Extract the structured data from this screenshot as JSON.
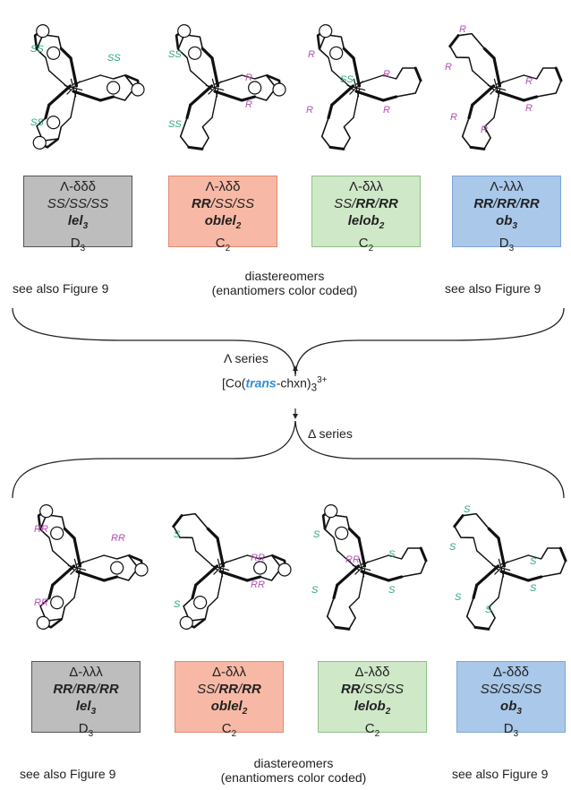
{
  "top": {
    "boxes": [
      {
        "line1": "Λ-δδδ",
        "name": "lel",
        "sub": "3",
        "sym": "D",
        "symsub": "3",
        "config": [
          {
            "t": "SS",
            "b": false
          },
          {
            "t": "/",
            "b": false
          },
          {
            "t": "SS",
            "b": false
          },
          {
            "t": "/",
            "b": false
          },
          {
            "t": "SS",
            "b": false
          }
        ]
      },
      {
        "line1": "Λ-λδδ",
        "name": "oblel",
        "sub": "2",
        "sym": "C",
        "symsub": "2",
        "config": [
          {
            "t": "RR",
            "b": true
          },
          {
            "t": "/",
            "b": false
          },
          {
            "t": "SS",
            "b": false
          },
          {
            "t": "/",
            "b": false
          },
          {
            "t": "SS",
            "b": false
          }
        ]
      },
      {
        "line1": "Λ-δλλ",
        "name": "lelob",
        "sub": "2",
        "sym": "C",
        "symsub": "2",
        "config": [
          {
            "t": "SS",
            "b": false
          },
          {
            "t": "/",
            "b": false
          },
          {
            "t": "RR",
            "b": true
          },
          {
            "t": "/",
            "b": false
          },
          {
            "t": "RR",
            "b": true
          }
        ]
      },
      {
        "line1": "Λ-λλλ",
        "name": "ob",
        "sub": "3",
        "sym": "D",
        "symsub": "3",
        "config": [
          {
            "t": "RR",
            "b": true
          },
          {
            "t": "/",
            "b": false
          },
          {
            "t": "RR",
            "b": true
          },
          {
            "t": "/",
            "b": false
          },
          {
            "t": "RR",
            "b": true
          }
        ]
      }
    ],
    "see_left": "see also Figure 9",
    "see_right": "see also Figure 9",
    "caption1": "diastereomers",
    "caption2": "(enantiomers color coded)",
    "series": "Λ series"
  },
  "bottom": {
    "boxes": [
      {
        "line1": "Δ-λλλ",
        "name": "lel",
        "sub": "3",
        "sym": "D",
        "symsub": "3",
        "config": [
          {
            "t": "RR",
            "b": true
          },
          {
            "t": "/",
            "b": false
          },
          {
            "t": "RR",
            "b": true
          },
          {
            "t": "/",
            "b": false
          },
          {
            "t": "RR",
            "b": true
          }
        ]
      },
      {
        "line1": "Δ-δλλ",
        "name": "oblel",
        "sub": "2",
        "sym": "C",
        "symsub": "2",
        "config": [
          {
            "t": "SS",
            "b": false
          },
          {
            "t": "/",
            "b": false
          },
          {
            "t": "RR",
            "b": true
          },
          {
            "t": "/",
            "b": false
          },
          {
            "t": "RR",
            "b": true
          }
        ]
      },
      {
        "line1": "Δ-λδδ",
        "name": "lelob",
        "sub": "2",
        "sym": "C",
        "symsub": "2",
        "config": [
          {
            "t": "RR",
            "b": true
          },
          {
            "t": "/",
            "b": false
          },
          {
            "t": "SS",
            "b": false
          },
          {
            "t": "/",
            "b": false
          },
          {
            "t": "SS",
            "b": false
          }
        ]
      },
      {
        "line1": "Δ-δδδ",
        "name": "ob",
        "sub": "3",
        "sym": "D",
        "symsub": "3",
        "config": [
          {
            "t": "SS",
            "b": false
          },
          {
            "t": "/",
            "b": false
          },
          {
            "t": "SS",
            "b": false
          },
          {
            "t": "/",
            "b": false
          },
          {
            "t": "SS",
            "b": false
          }
        ]
      }
    ],
    "see_left": "see also Figure 9",
    "see_right": "see also Figure 9",
    "caption1": "diastereomers",
    "caption2": "(enantiomers color coded)",
    "series": "Δ series"
  },
  "center": {
    "pre": "[Co(",
    "trans": "trans",
    "post": "-chxn)",
    "sub": "3",
    "sup": "3+"
  },
  "colors": {
    "R": "#b24fb5",
    "S": "#2aa876",
    "trans": "#2e8fd0",
    "gray": "#bdbdbd",
    "pink": "#f7b9a5",
    "green": "#cfe8c8",
    "blue": "#a9c8ea"
  },
  "structures": {
    "top": [
      {
        "labels": [
          {
            "t": "SS",
            "c": "S"
          },
          {
            "t": "SS",
            "c": "S"
          },
          {
            "t": "SS",
            "c": "S"
          }
        ]
      },
      {
        "labels": [
          {
            "t": "SS",
            "c": "S"
          },
          {
            "t": "SS",
            "c": "S"
          },
          {
            "t": "R",
            "c": "R"
          },
          {
            "t": "R",
            "c": "R"
          }
        ]
      },
      {
        "labels": [
          {
            "t": "SS",
            "c": "S"
          },
          {
            "t": "R",
            "c": "R"
          },
          {
            "t": "R",
            "c": "R"
          },
          {
            "t": "R",
            "c": "R"
          },
          {
            "t": "R",
            "c": "R"
          }
        ]
      },
      {
        "labels": [
          {
            "t": "R",
            "c": "R"
          },
          {
            "t": "R",
            "c": "R"
          },
          {
            "t": "R",
            "c": "R"
          },
          {
            "t": "R",
            "c": "R"
          },
          {
            "t": "R",
            "c": "R"
          },
          {
            "t": "R",
            "c": "R"
          }
        ]
      }
    ],
    "bottom": [
      {
        "labels": [
          {
            "t": "RR",
            "c": "R"
          },
          {
            "t": "RR",
            "c": "R"
          },
          {
            "t": "RR",
            "c": "R"
          }
        ]
      },
      {
        "labels": [
          {
            "t": "S",
            "c": "S"
          },
          {
            "t": "S",
            "c": "S"
          },
          {
            "t": "RR",
            "c": "R"
          },
          {
            "t": "RR",
            "c": "R"
          }
        ]
      },
      {
        "labels": [
          {
            "t": "RR",
            "c": "R"
          },
          {
            "t": "S",
            "c": "S"
          },
          {
            "t": "S",
            "c": "S"
          },
          {
            "t": "S",
            "c": "S"
          },
          {
            "t": "S",
            "c": "S"
          }
        ]
      },
      {
        "labels": [
          {
            "t": "S",
            "c": "S"
          },
          {
            "t": "S",
            "c": "S"
          },
          {
            "t": "S",
            "c": "S"
          },
          {
            "t": "S",
            "c": "S"
          },
          {
            "t": "S",
            "c": "S"
          },
          {
            "t": "S",
            "c": "S"
          }
        ]
      }
    ]
  }
}
